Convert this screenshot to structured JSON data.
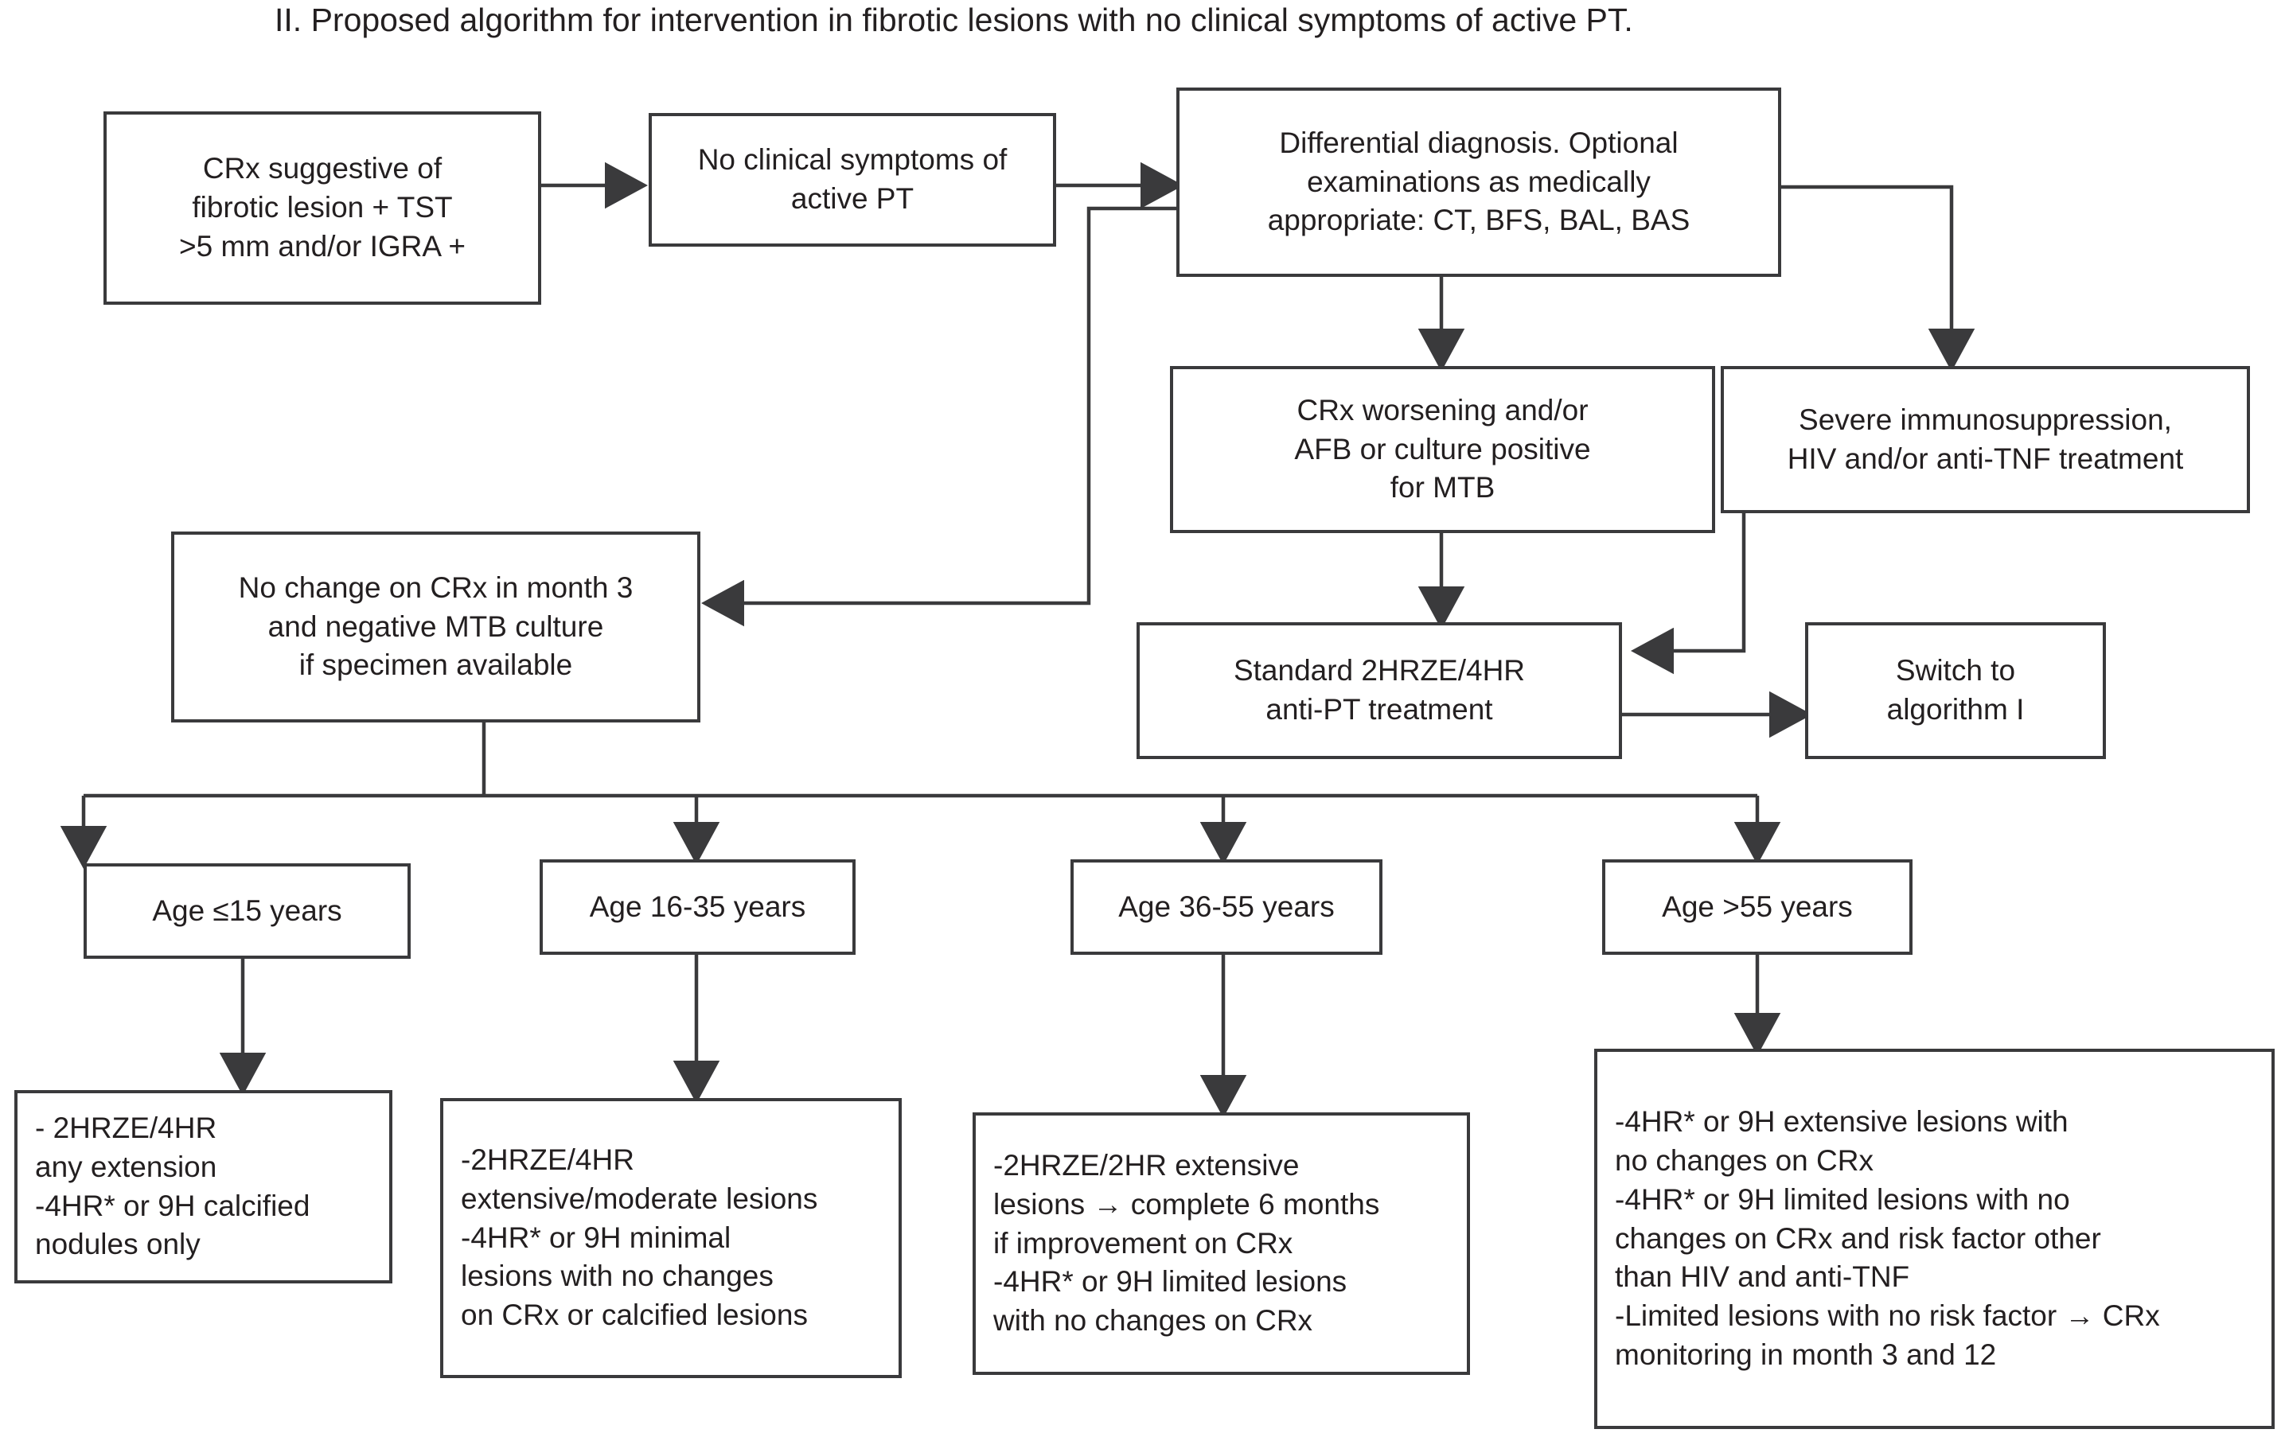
{
  "figure": {
    "title": "II. Proposed algorithm for intervention in fibrotic lesions with no clinical symptoms of active PT.",
    "line_color": "#3a3a3c",
    "text_color": "#231f20",
    "background": "#ffffff"
  },
  "nodes": {
    "crx_suggestive": "CRx suggestive of\nfibrotic lesion + TST\n>5 mm and/or IGRA +",
    "no_symptoms": "No clinical symptoms of\nactive PT",
    "differential": "Differential diagnosis. Optional\nexaminations as medically\nappropriate: CT, BFS, BAL, BAS",
    "crx_worsening": "CRx worsening and/or\nAFB or culture positive\nfor MTB",
    "severe_immuno": "Severe immunosuppression,\nHIV and/or anti-TNF treatment",
    "no_change": "No change on CRx in month 3\nand negative MTB culture\nif specimen available",
    "standard_treatment": "Standard 2HRZE/4HR\nanti-PT treatment",
    "switch_algorithm": "Switch to\nalgorithm I",
    "age_15": "Age ≤15 years",
    "age_16_35": "Age 16-35 years",
    "age_36_55": "Age 36-55 years",
    "age_55": "Age >55 years",
    "detail_15": "- 2HRZE/4HR\nany extension\n-4HR* or 9H calcified\n nodules only",
    "detail_16_35": " -2HRZE/4HR\nextensive/moderate lesions\n -4HR* or 9H minimal\n lesions with no changes\non CRx or calcified lesions",
    "detail_36_55": "-2HRZE/2HR extensive\nlesions →  complete 6 months\nif improvement on CRx\n -4HR* or 9H limited lesions\nwith no changes on CRx",
    "detail_55": " -4HR* or 9H extensive lesions with\nno changes on CRx\n -4HR* or 9H limited lesions with no\nchanges on  CRx and risk factor other\nthan HIV and anti-TNF\n -Limited lesions with no risk factor → CRx\nmonitoring in month 3 and 12"
  },
  "edges": [
    {
      "from": "crx_suggestive",
      "to": "no_symptoms",
      "kind": "arrow-right"
    },
    {
      "from": "no_symptoms",
      "to": "differential",
      "kind": "arrow-right"
    },
    {
      "from": "differential",
      "to": "crx_worsening",
      "kind": "arrow-down"
    },
    {
      "from": "differential",
      "to": "severe_immuno",
      "kind": "elbow-right-down-arrow"
    },
    {
      "from": "differential",
      "to": "no_change",
      "kind": "elbow-left-down-arrow"
    },
    {
      "from": "crx_worsening",
      "to": "standard_treatment",
      "kind": "arrow-down"
    },
    {
      "from": "severe_immuno",
      "to": "standard_treatment",
      "kind": "elbow-down-left-arrow"
    },
    {
      "from": "standard_treatment",
      "to": "switch_algorithm",
      "kind": "arrow-right"
    },
    {
      "from": "no_change",
      "to": "age_15",
      "kind": "fanout-arrow-down"
    },
    {
      "from": "no_change",
      "to": "age_16_35",
      "kind": "fanout-arrow-down"
    },
    {
      "from": "no_change",
      "to": "age_36_55",
      "kind": "fanout-arrow-down"
    },
    {
      "from": "no_change",
      "to": "age_55",
      "kind": "fanout-arrow-down"
    },
    {
      "from": "age_15",
      "to": "detail_15",
      "kind": "arrow-down"
    },
    {
      "from": "age_16_35",
      "to": "detail_16_35",
      "kind": "arrow-down"
    },
    {
      "from": "age_36_55",
      "to": "detail_36_55",
      "kind": "arrow-down"
    },
    {
      "from": "age_55",
      "to": "detail_55",
      "kind": "arrow-down"
    }
  ]
}
